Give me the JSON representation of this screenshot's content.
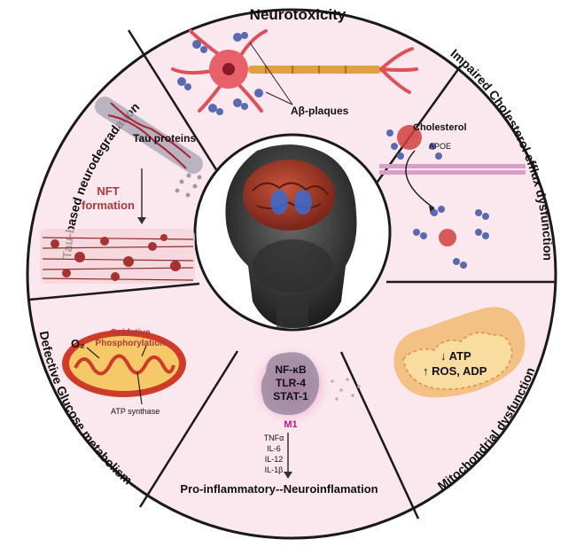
{
  "segments": {
    "neurotoxicity": {
      "title": "Neurotoxicity",
      "label_plaques": "Aβ-plaques"
    },
    "tau": {
      "title": "Tau-based neurodegradation",
      "label_tau": "Tau proteins",
      "label_nft_1": "NFT",
      "label_nft_2": "formation"
    },
    "cholesterol": {
      "title": "Impaired Cholesterol efflux dysfunction",
      "label_cholesterol": "Cholesterol",
      "label_apoe": "APOE"
    },
    "glucose": {
      "title": "Defective Glucose metabolism",
      "label_o2": "O₂",
      "label_oxphos_1": "Oxidative",
      "label_oxphos_2": "Phosphorylation",
      "label_atp_synthase": "ATP synthase"
    },
    "inflammation": {
      "title": "Pro-inflammatory--Neuroinflamation",
      "markers": [
        "NF-κB",
        "TLR-4",
        "STAT-1"
      ],
      "m1_label": "M1",
      "cytokines": [
        "TNFα",
        "IL-6",
        "IL-12",
        "IL-1β"
      ]
    },
    "mito": {
      "title": "Mitochondrial dysfunction",
      "line_1": "↓ ATP",
      "line_2": "↑ ROS, ADP"
    }
  },
  "colors": {
    "segment_fill": "#fbe8ee",
    "border": "#1a1a1a",
    "accent_red": "#b03a3a",
    "magenta": "#c2188c",
    "mito_orange": "#f0b460"
  }
}
